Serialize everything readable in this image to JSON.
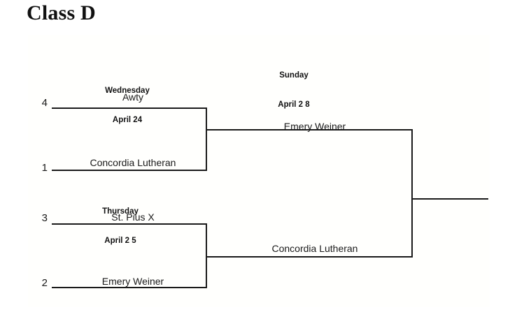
{
  "title": "Class D",
  "rounds": [
    {
      "id": "round-1-upper",
      "day": "Wednesday",
      "date": "April 24"
    },
    {
      "id": "round-1-lower",
      "day": "Thursday",
      "date": "April 2 5"
    },
    {
      "id": "round-2",
      "day": "Sunday",
      "date": "April 2 8"
    }
  ],
  "round1": {
    "matches": [
      {
        "slots": [
          {
            "seed": "4",
            "team": "Awty"
          },
          {
            "seed": "1",
            "team": "Concordia Lutheran"
          }
        ]
      },
      {
        "slots": [
          {
            "seed": "3",
            "team": "St. Pius X"
          },
          {
            "seed": "2",
            "team": "Emery Weiner"
          }
        ]
      }
    ]
  },
  "round2": {
    "matches": [
      {
        "slots": [
          {
            "seed": "",
            "team": "Emery Weiner"
          },
          {
            "seed": "",
            "team": "Concordia Lutheran"
          }
        ]
      }
    ]
  },
  "final": {
    "slots": [
      {
        "seed": "",
        "team": ""
      }
    ]
  },
  "colors": {
    "line": "#1a1a1a",
    "text": "#1a1a1a",
    "background": "#ffffff"
  }
}
